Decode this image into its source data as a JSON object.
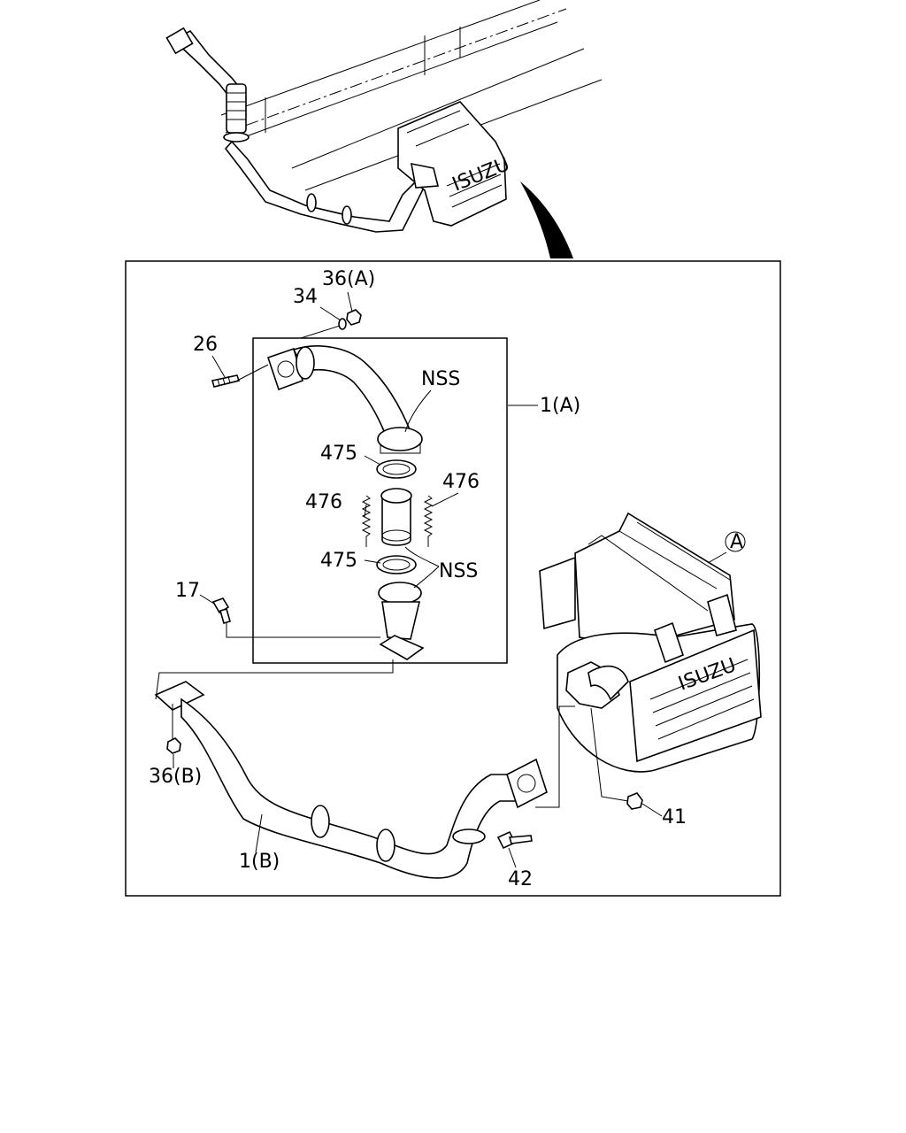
{
  "labels": {
    "part_36a": "36(A)",
    "part_34": "34",
    "part_26": "26",
    "nss_upper": "NSS",
    "part_1a": "1(A)",
    "part_475_upper": "475",
    "part_476_right": "476",
    "part_476_left": "476",
    "part_475_lower": "475",
    "nss_lower": "NSS",
    "part_17": "17",
    "callout_a": "A",
    "part_36b": "36(B)",
    "part_1b": "1(B)",
    "part_41": "41",
    "part_42": "42",
    "logo": "ISUZU"
  }
}
